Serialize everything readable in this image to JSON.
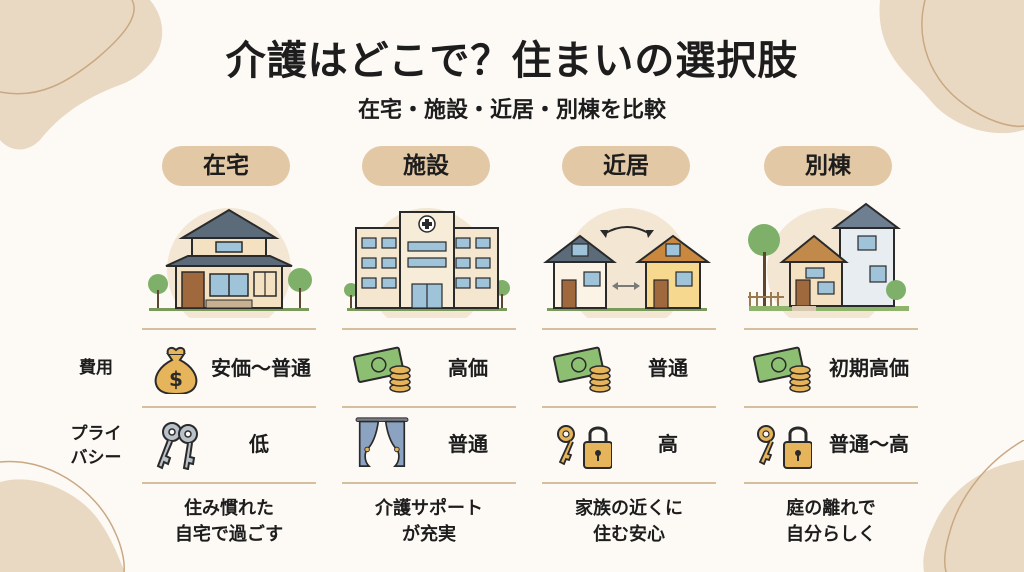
{
  "title": "介護はどこで？住まいの選択肢",
  "subtitle": "在宅・施設・近居・別棟を比較",
  "row_labels": {
    "cost": "費用",
    "privacy_line1": "プライ",
    "privacy_line2": "バシー"
  },
  "options": [
    {
      "label": "在宅",
      "illustration": "traditional-house-icon",
      "cost_icon": "money-bag-icon",
      "cost": "安価〜普通",
      "privacy_icon": "keys-icon",
      "privacy": "低",
      "desc_line1": "住み慣れた",
      "desc_line2": "自宅で過ごす"
    },
    {
      "label": "施設",
      "illustration": "care-facility-building-icon",
      "cost_icon": "cash-and-coins-icon",
      "cost": "高価",
      "privacy_icon": "curtain-icon",
      "privacy": "普通",
      "desc_line1": "介護サポート",
      "desc_line2": "が充実"
    },
    {
      "label": "近居",
      "illustration": "two-nearby-houses-icon",
      "cost_icon": "cash-and-coins-icon",
      "cost": "普通",
      "privacy_icon": "key-and-padlock-icon",
      "privacy": "高",
      "desc_line1": "家族の近くに",
      "desc_line2": "住む安心"
    },
    {
      "label": "別棟",
      "illustration": "separate-annex-house-icon",
      "cost_icon": "cash-and-coins-icon",
      "cost": "初期高価",
      "privacy_icon": "key-and-padlock-icon",
      "privacy": "普通〜高",
      "desc_line1": "庭の離れで",
      "desc_line2": "自分らしく"
    }
  ],
  "colors": {
    "background": "#fdfaf6",
    "pill": "#e2c8a4",
    "blob": "#ead9c2",
    "line": "#d6bf9f"
  }
}
